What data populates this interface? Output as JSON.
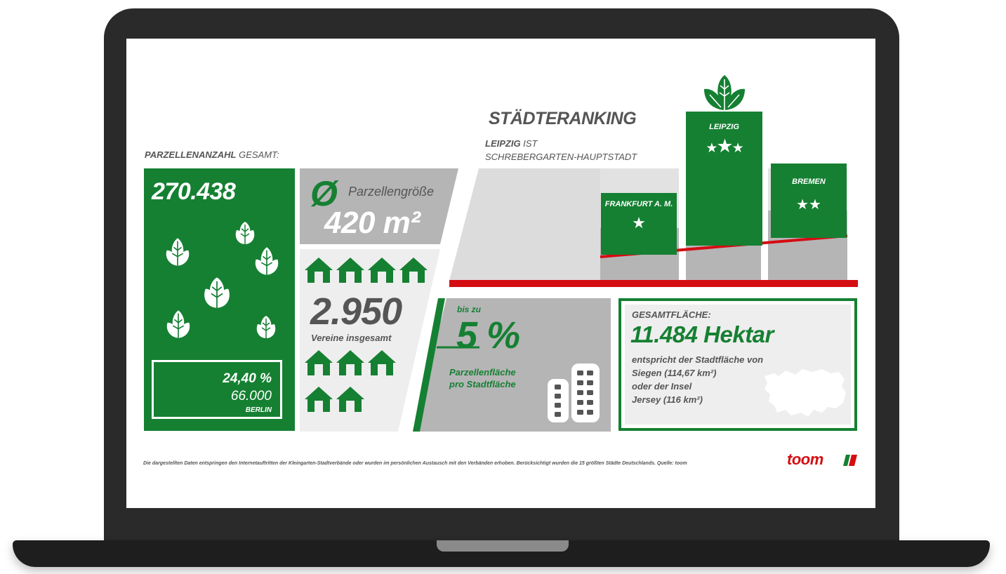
{
  "header": {
    "parcel_label_bold": "PARZELLENANZAHL",
    "parcel_label_rest": " GESAMT:",
    "ranking_title": "STÄDTERANKING",
    "ranking_sub_bold": "LEIPZIG",
    "ranking_sub_rest": " IST",
    "ranking_sub_line2": "SCHREBERGARTEN-HAUPTSTADT"
  },
  "parcels": {
    "total": "270.438",
    "berlin_percent": "24,40 %",
    "berlin_count": "66.000",
    "berlin_label": "BERLIN"
  },
  "size": {
    "symbol": "Ø",
    "label": "Parzellengröße",
    "value": "420 m²"
  },
  "associations": {
    "value": "2.950",
    "label": "Vereine insgesamt"
  },
  "ranking": {
    "cities": [
      {
        "name": "FRANKFURT A. M.",
        "stars": 1
      },
      {
        "name": "LEIPZIG",
        "stars": 3
      },
      {
        "name": "BREMEN",
        "stars": 2
      }
    ]
  },
  "share": {
    "prefix": "bis zu",
    "value": "5 %",
    "label_line1": "Parzellenfläche",
    "label_line2": "pro Stadtfläche"
  },
  "area": {
    "title": "GESAMTFLÄCHE:",
    "value": "11.484 Hektar",
    "line1": "entspricht der Stadtfläche von",
    "line2": "Siegen (114,67 km²)",
    "line3": "oder der Insel",
    "line4": "Jersey (116 km²)"
  },
  "footer": {
    "note": "Die dargestellten Daten entspringen den Internetauftritten der Kleingarten-Stadtverbände oder wurden im persönlichen Austausch mit den Verbänden erhoben. Berücksichtigt wurden die 15 größten Städte Deutschlands. Quelle: toom",
    "logo": "toom"
  },
  "colors": {
    "green": "#158032",
    "red": "#d40d12",
    "grey": "#b5b5b6",
    "dark_text": "#555555"
  },
  "icons": [
    "leaf-icon",
    "house-icon",
    "building-icon",
    "star-icon",
    "island-map-icon"
  ]
}
